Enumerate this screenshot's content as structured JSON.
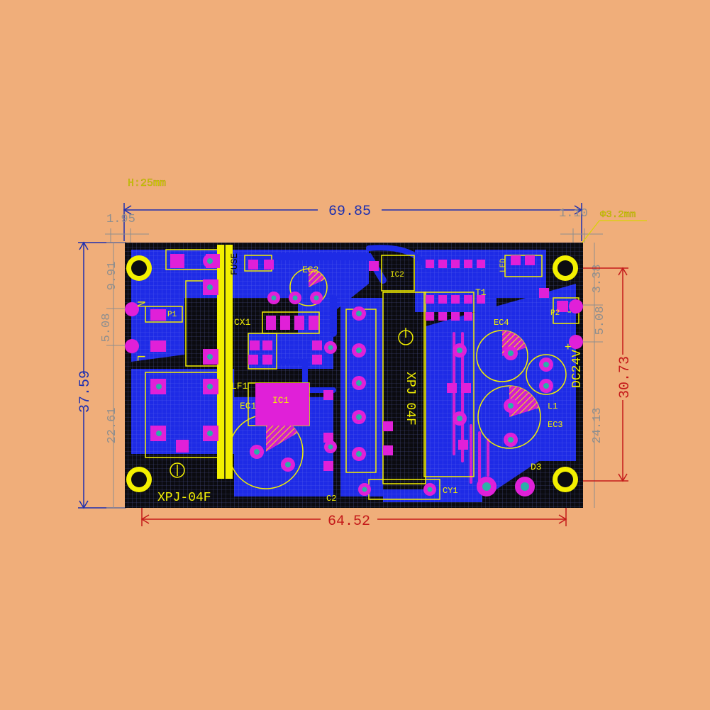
{
  "header": {
    "height_note": "H:25mm",
    "hole_note": "Φ3.2mm"
  },
  "dimensions": {
    "top_width": "69.85",
    "top_left_offset": "1.95",
    "top_right_offset": "1.10",
    "bottom_width": "64.52",
    "left_height": "37.59",
    "left_top_offset": "9.91",
    "left_pitch": "5.08",
    "left_lower": "22.61",
    "right_top_offset": "3.38",
    "right_pitch": "5.08",
    "right_lower": "24.13",
    "right_height": "30.73"
  },
  "board": {
    "model_label": "XPJ-04F",
    "chip_label": "XPJ 04F",
    "output_label": "DC24V",
    "input_n": "N",
    "input_l": "L",
    "out_plus": "+",
    "out_minus": "-",
    "components": {
      "fuse": "FUSE",
      "cx1": "CX1",
      "p1": "P1",
      "lf1": "LF1",
      "ec1": "EC1",
      "ic1": "IC1",
      "ec2": "EC2",
      "ic2": "IC2",
      "c2": "C2",
      "cy1": "CY1",
      "t1": "T1",
      "ec4": "EC4",
      "p2": "P2",
      "led": "LED",
      "l1": "L1",
      "ec3": "EC3",
      "d3": "D3"
    }
  },
  "colors": {
    "background": "#f0ae7a",
    "board": "#0b0b10",
    "copper": "#1e2be6",
    "pad": "#e020d8",
    "silkscreen": "#f3f000",
    "dim_blue": "#1d2fb0",
    "dim_red": "#c41a1a"
  }
}
